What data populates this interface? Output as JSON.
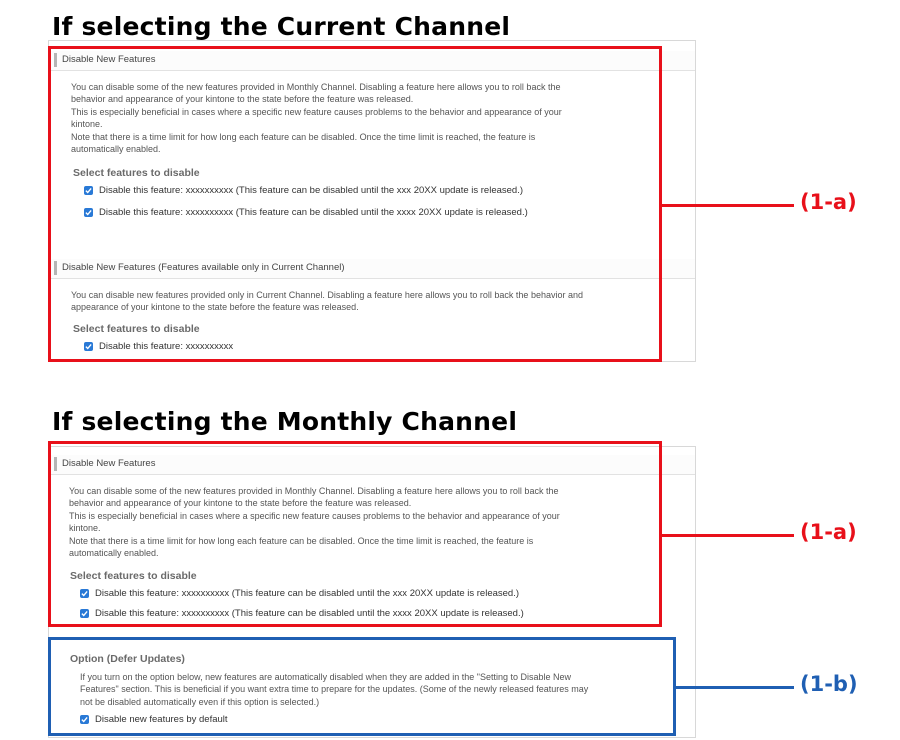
{
  "current": {
    "heading": "If selecting the Current Channel",
    "section1": {
      "title": "Disable New Features",
      "desc": [
        "You can disable some of the new features provided in Monthly Channel. Disabling a feature here allows you to roll back the",
        "behavior and appearance of your kintone to the state before the feature was released.",
        "This is especially beneficial in cases where a specific new feature causes problems to the behavior and appearance of your",
        "kintone.",
        "Note that there is a time limit for how long each feature can be disabled. Once the time limit is reached, the feature is",
        "automatically enabled."
      ],
      "subhead": "Select features to disable",
      "items": [
        "Disable this feature: xxxxxxxxxx (This feature can be disabled until the xxx 20XX update is released.)",
        "Disable this feature: xxxxxxxxxx (This feature can be disabled until the xxxx 20XX update is released.)"
      ]
    },
    "section2": {
      "title": "Disable New Features (Features available only in Current Channel)",
      "desc": [
        "You can disable new features provided only in Current Channel. Disabling a feature here allows you to roll back the behavior and",
        "appearance of your kintone to the state before the feature was released."
      ],
      "subhead": "Select features to disable",
      "items": [
        "Disable this feature: xxxxxxxxxx"
      ]
    },
    "callout": "(1-a)"
  },
  "monthly": {
    "heading": "If selecting the Monthly Channel",
    "section1": {
      "title": "Disable New Features",
      "desc": [
        "You can disable some of the new features provided in Monthly Channel. Disabling a feature here allows you to roll back the",
        "behavior and appearance of your kintone to the state before the feature was released.",
        "This is especially beneficial in cases where a specific new feature causes problems to the behavior and appearance of your",
        "kintone.",
        "Note that there is a time limit for how long each feature can be disabled. Once the time limit is reached, the feature is",
        "automatically enabled."
      ],
      "subhead": "Select features to disable",
      "items": [
        "Disable this feature: xxxxxxxxxx (This feature can be disabled until the xxx 20XX update is released.)",
        "Disable this feature: xxxxxxxxxx (This feature can be disabled until the xxxx 20XX update is released.)"
      ]
    },
    "option": {
      "title": "Option (Defer Updates)",
      "desc": [
        "If you turn on the option below, new features are automatically disabled when they are added in the \"Setting to Disable New",
        "Features\" section. This is beneficial if you want extra time to prepare for the updates. (Some of the newly released features may",
        "not be disabled automatically even if this option is selected.)"
      ],
      "items": [
        "Disable new features by default"
      ]
    },
    "callout_a": "(1-a)",
    "callout_b": "(1-b)"
  },
  "colors": {
    "red": "#e8101a",
    "blue": "#1f5fb3",
    "checkbox": "#2979d6"
  },
  "icons": {
    "checkbox": "checkbox-checked-icon"
  }
}
